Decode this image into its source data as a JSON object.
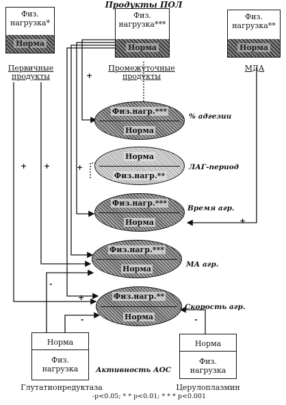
{
  "title": "Продукты ПОЛ",
  "boxes": {
    "primary": {
      "top": "Физ. нагрузка*",
      "bottom": "Норма",
      "caption": "Первичные продукты"
    },
    "intermediate": {
      "top": "Физ. нагрузка***",
      "bottom": "Норма",
      "caption": "Промежуточные продукты"
    },
    "mda": {
      "top": "Физ. нагрузка**",
      "bottom": "Норма",
      "caption": "МДА"
    },
    "gr": {
      "top": "Норма",
      "bottom": "Физ. нагрузка",
      "caption": "Глутатионредуктаза"
    },
    "cp": {
      "top": "Норма",
      "bottom": "Физ. нагрузка",
      "caption": "Церулоплазмин"
    }
  },
  "ellipses": [
    {
      "t1": "Физ.нагр.***",
      "t2": "Норма",
      "label": "% адгезии"
    },
    {
      "t1": "Норма",
      "t2": "Физ.нагр.**",
      "label": "ЛАГ-период"
    },
    {
      "t1": "Физ.нагр.***",
      "t2": "Норма",
      "label": "Время агр."
    },
    {
      "t1": "Физ.нагр.***",
      "t2": "Норма",
      "label": "МА агр."
    },
    {
      "t1": "Физ.нагр.**",
      "t2": "Норма",
      "label": "Скорость агр."
    }
  ],
  "aos_label": "Активность АОС",
  "signs": {
    "plus": "+",
    "minus": "-"
  },
  "footer": "-p<0.05; * * p<0.01; * * * p<0.001"
}
